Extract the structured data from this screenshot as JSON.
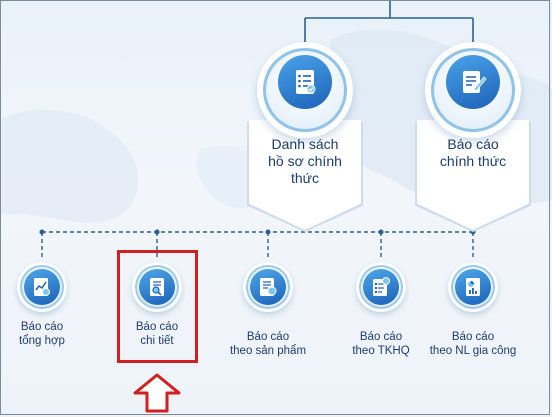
{
  "top_items": [
    {
      "label": "Danh sách hồ sơ chính thức",
      "lines": [
        "Danh sách",
        "hồ sơ chính",
        "thức"
      ],
      "icon": "checklist-icon"
    },
    {
      "label": "Báo cáo chính thức",
      "lines": [
        "Báo cáo",
        "chính thức"
      ],
      "icon": "report-pen-icon"
    }
  ],
  "bottom_items": [
    {
      "lines": [
        "Báo cáo",
        "tổng hợp"
      ],
      "icon": "chart-seal-icon"
    },
    {
      "lines": [
        "Báo cáo",
        "chi tiết"
      ],
      "icon": "report-magnifier-icon",
      "highlighted": true
    },
    {
      "lines": [
        "Báo cáo",
        "theo sản phẩm"
      ],
      "icon": "product-report-icon"
    },
    {
      "lines": [
        "Báo cáo",
        "theo TKHQ"
      ],
      "icon": "customs-report-icon"
    },
    {
      "lines": [
        "Báo cáo",
        "theo NL gia công"
      ],
      "icon": "pie-report-icon"
    }
  ],
  "colors": {
    "accent": "#1c62b8",
    "highlight": "#d21f1f",
    "text": "#1b3d6b"
  }
}
